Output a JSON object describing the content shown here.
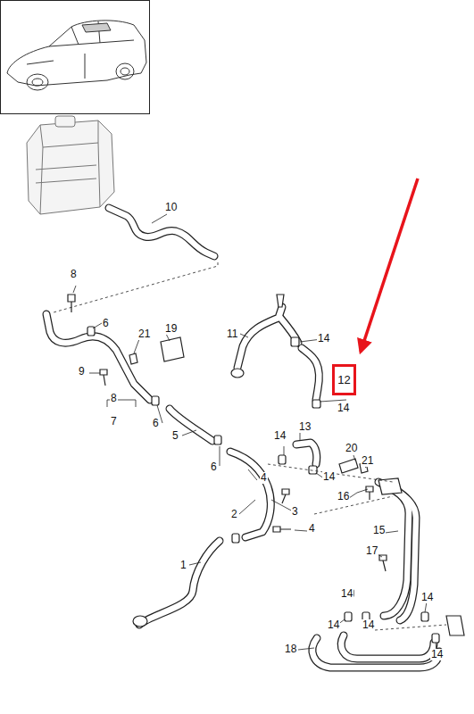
{
  "diagram": {
    "nodes": [
      {
        "text": [
          "12"
        ]
      }
    ],
    "labels": [
      "10",
      "8",
      "6",
      "19",
      "21",
      "11",
      "14",
      "9",
      "8",
      "7",
      "6",
      "14",
      "5",
      "13",
      "14",
      "20",
      "6",
      "21",
      "4",
      "14",
      "16",
      "2",
      "3",
      "15",
      "4",
      "1",
      "17",
      "14",
      "14",
      "14",
      "14",
      "18",
      "14"
    ]
  }
}
